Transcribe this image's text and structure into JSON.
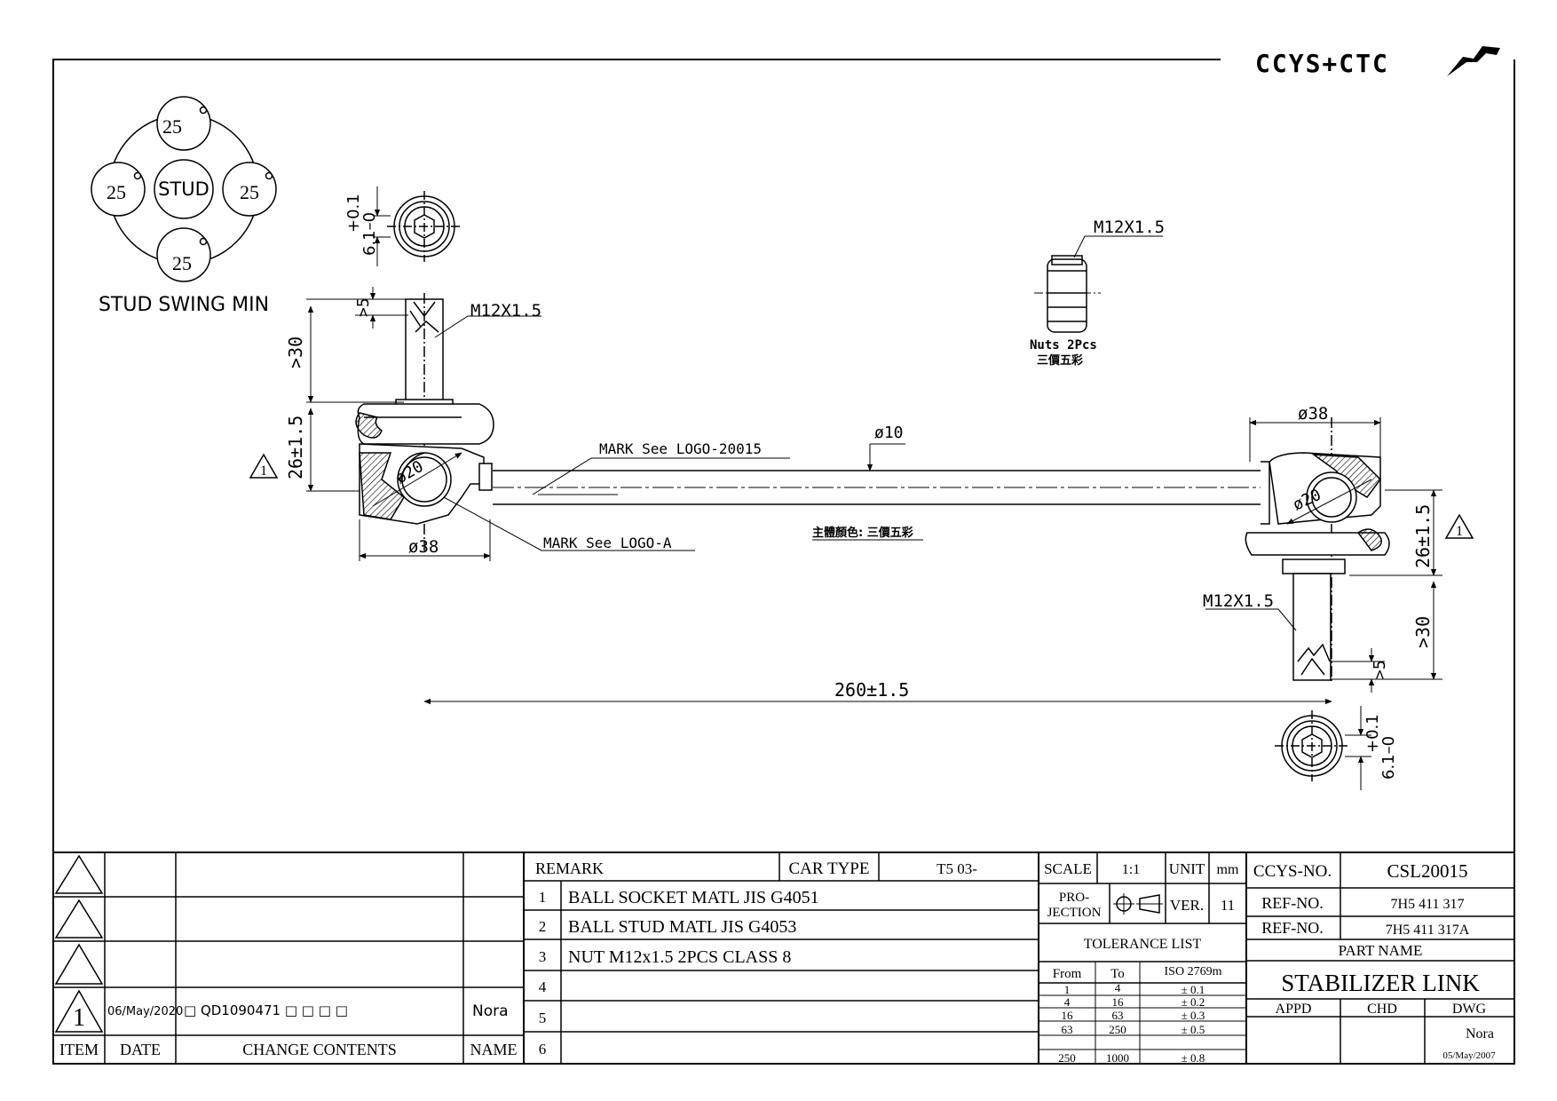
{
  "logo": {
    "text": "CCYS+CTC"
  },
  "swing": {
    "angle_top": "25",
    "angle_left": "25",
    "angle_right": "25",
    "angle_bottom": "25",
    "center": "STUD",
    "caption": "STUD SWING MIN"
  },
  "drawing": {
    "dim_tol_top": "+0.1",
    "dim_hex_top": "6.1–0",
    "dim_5_left": ">5",
    "dim_30_left": ">30",
    "dim_26_left": "26±1.5",
    "thread_left": "M12X1.5",
    "ball_left": "ø20",
    "dia38_left": "ø38",
    "mark_logo": "MARK See LOGO-20015",
    "mark_logo_a": "MARK See LOGO-A",
    "rod_dia": "ø10",
    "color_note": "主體顏色: 三價五彩",
    "nut_thread": "M12X1.5",
    "nuts_label": "Nuts 2Pcs",
    "nuts_color": "三價五彩",
    "dia38_right": "ø38",
    "ball_right": "ø20",
    "dim_26_right": "26±1.5",
    "thread_right": "M12X1.5",
    "dim_30_right": ">30",
    "dim_5_right": ">5",
    "dim_tol_bottom": "+0.1",
    "dim_hex_bottom": "6.1–0",
    "length": "260±1.5",
    "rev_marker": "1"
  },
  "revisions": {
    "row4": {
      "item": "1",
      "date": "06/May/2020",
      "contents": "□ QD1090471 □ □ □ □",
      "name": "Nora"
    },
    "headers": {
      "item": "ITEM",
      "date": "DATE",
      "contents": "CHANGE CONTENTS",
      "name": "NAME"
    }
  },
  "remarks": {
    "label": "REMARK",
    "car_type_label": "CAR TYPE",
    "car_type_value": "T5 03-",
    "rows": [
      {
        "no": "1",
        "text": "BALL SOCKET MATL JIS G4051"
      },
      {
        "no": "2",
        "text": "BALL STUD MATL JIS G4053"
      },
      {
        "no": "3",
        "text": "NUT M12x1.5 2PCS CLASS 8"
      },
      {
        "no": "4",
        "text": ""
      },
      {
        "no": "5",
        "text": ""
      },
      {
        "no": "6",
        "text": ""
      }
    ]
  },
  "spec": {
    "scale_label": "SCALE",
    "scale_value": "1:1",
    "unit_label": "UNIT",
    "unit_value": "mm",
    "projection_label_1": "PRO-",
    "projection_label_2": "JECTION",
    "ver_label": "VER.",
    "ver_value": "11",
    "tolerance_title": "TOLERANCE LIST",
    "tol_headers": {
      "from": "From",
      "to": "To",
      "iso": "ISO 2769m"
    },
    "tolerances": [
      {
        "from": "1",
        "to": "4",
        "tol": "± 0.1"
      },
      {
        "from": "4",
        "to": "16",
        "tol": "± 0.2"
      },
      {
        "from": "16",
        "to": "63",
        "tol": "± 0.3"
      },
      {
        "from": "63",
        "to": "250",
        "tol": "± 0.5"
      },
      {
        "from": "250",
        "to": "1000",
        "tol": "± 0.8"
      }
    ]
  },
  "title_block": {
    "ccys_label": "CCYS-NO.",
    "ccys_value": "CSL20015",
    "ref1_label": "REF-NO.",
    "ref1_value": "7H5 411 317",
    "ref2_label": "REF-NO.",
    "ref2_value": "7H5 411 317A",
    "part_name_label": "PART NAME",
    "part_name": "STABILIZER LINK",
    "appd": "APPD",
    "chd": "CHD",
    "dwg": "DWG",
    "dwg_name": "Nora",
    "dwg_date": "05/May/2007"
  }
}
